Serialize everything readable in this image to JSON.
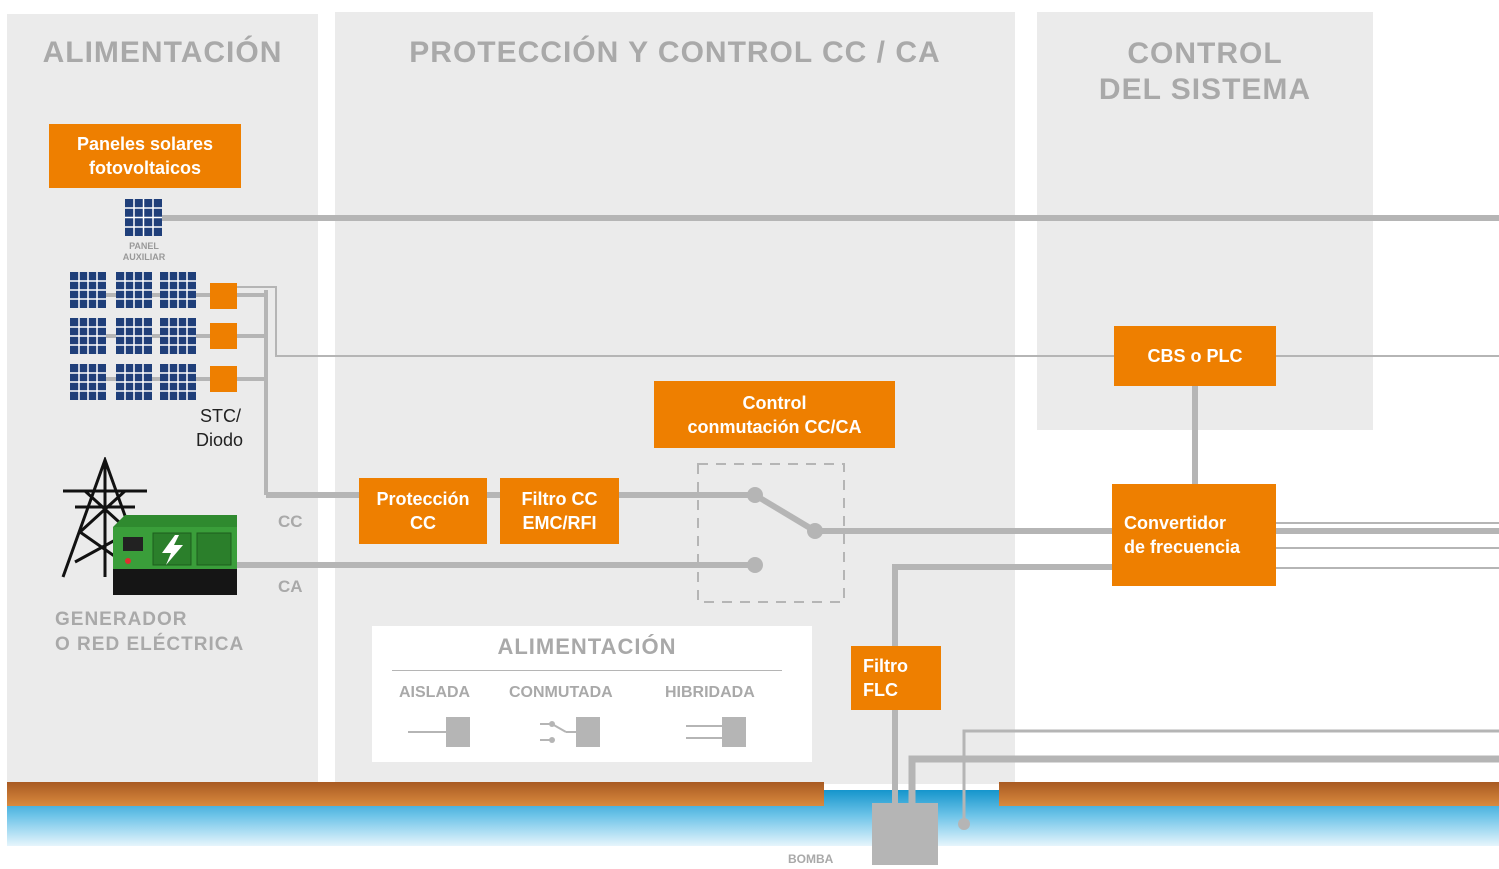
{
  "sections": {
    "alimentacion": "ALIMENTACIÓN",
    "proteccion": "PROTECCIÓN Y CONTROL CC / CA",
    "control_line1": "CONTROL",
    "control_line2": "DEL SISTEMA"
  },
  "boxes": {
    "paneles_line1": "Paneles solares",
    "paneles_line2": "fotovoltaicos",
    "cbs": "CBS o PLC",
    "control_line1": "Control",
    "control_line2": "conmutación CC/CA",
    "proteccion_line1": "Protección",
    "proteccion_line2": "CC",
    "filtro_cc_line1": "Filtro CC",
    "filtro_cc_line2": "EMC/RFI",
    "convertidor_line1": "Convertidor",
    "convertidor_line2": "de frecuencia",
    "filtro_flc_line1": "Filtro",
    "filtro_flc_line2": "FLC"
  },
  "labels": {
    "panel_aux_line1": "PANEL",
    "panel_aux_line2": "AUXILIAR",
    "stc_line1": "STC/",
    "stc_line2": "Diodo",
    "cc": "CC",
    "ca": "CA",
    "generador_line1": "GENERADOR",
    "generador_line2": "O RED ELÉCTRICA",
    "bomba": "BOMBA"
  },
  "legend": {
    "title": "ALIMENTACIÓN",
    "options": [
      "AISLADA",
      "CONMUTADA",
      "HIBRIDADA"
    ]
  },
  "colors": {
    "accent_orange": "#ee7f00",
    "line_gray": "#b5b5b5",
    "panel_blue": "#1f3f7a",
    "generator_green": "#3a9e3a",
    "ground_brown": "#c1702e",
    "water_blue": "#33a8d6"
  }
}
